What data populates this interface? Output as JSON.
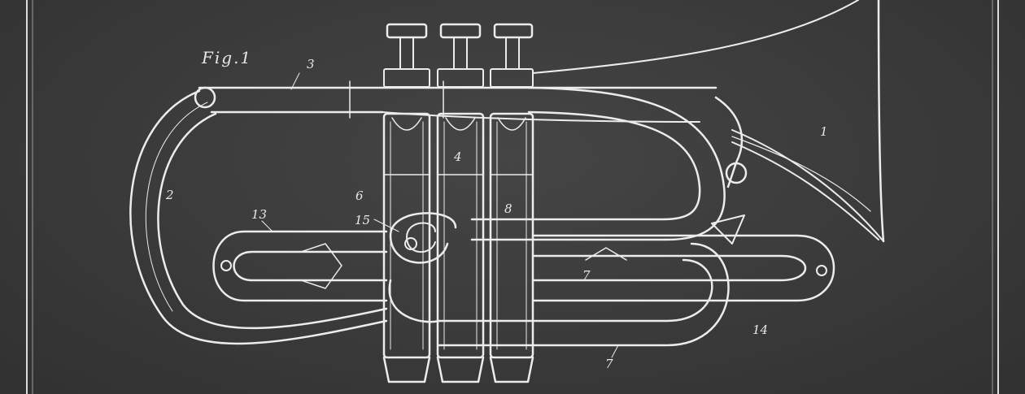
{
  "figure": {
    "title": "Fig.1",
    "part_labels": [
      "1",
      "2",
      "3",
      "4",
      "6",
      "7",
      "7",
      "8",
      "13",
      "14",
      "15"
    ]
  },
  "colors": {
    "board": "#3a3a3a",
    "chalk": "#ececec"
  }
}
